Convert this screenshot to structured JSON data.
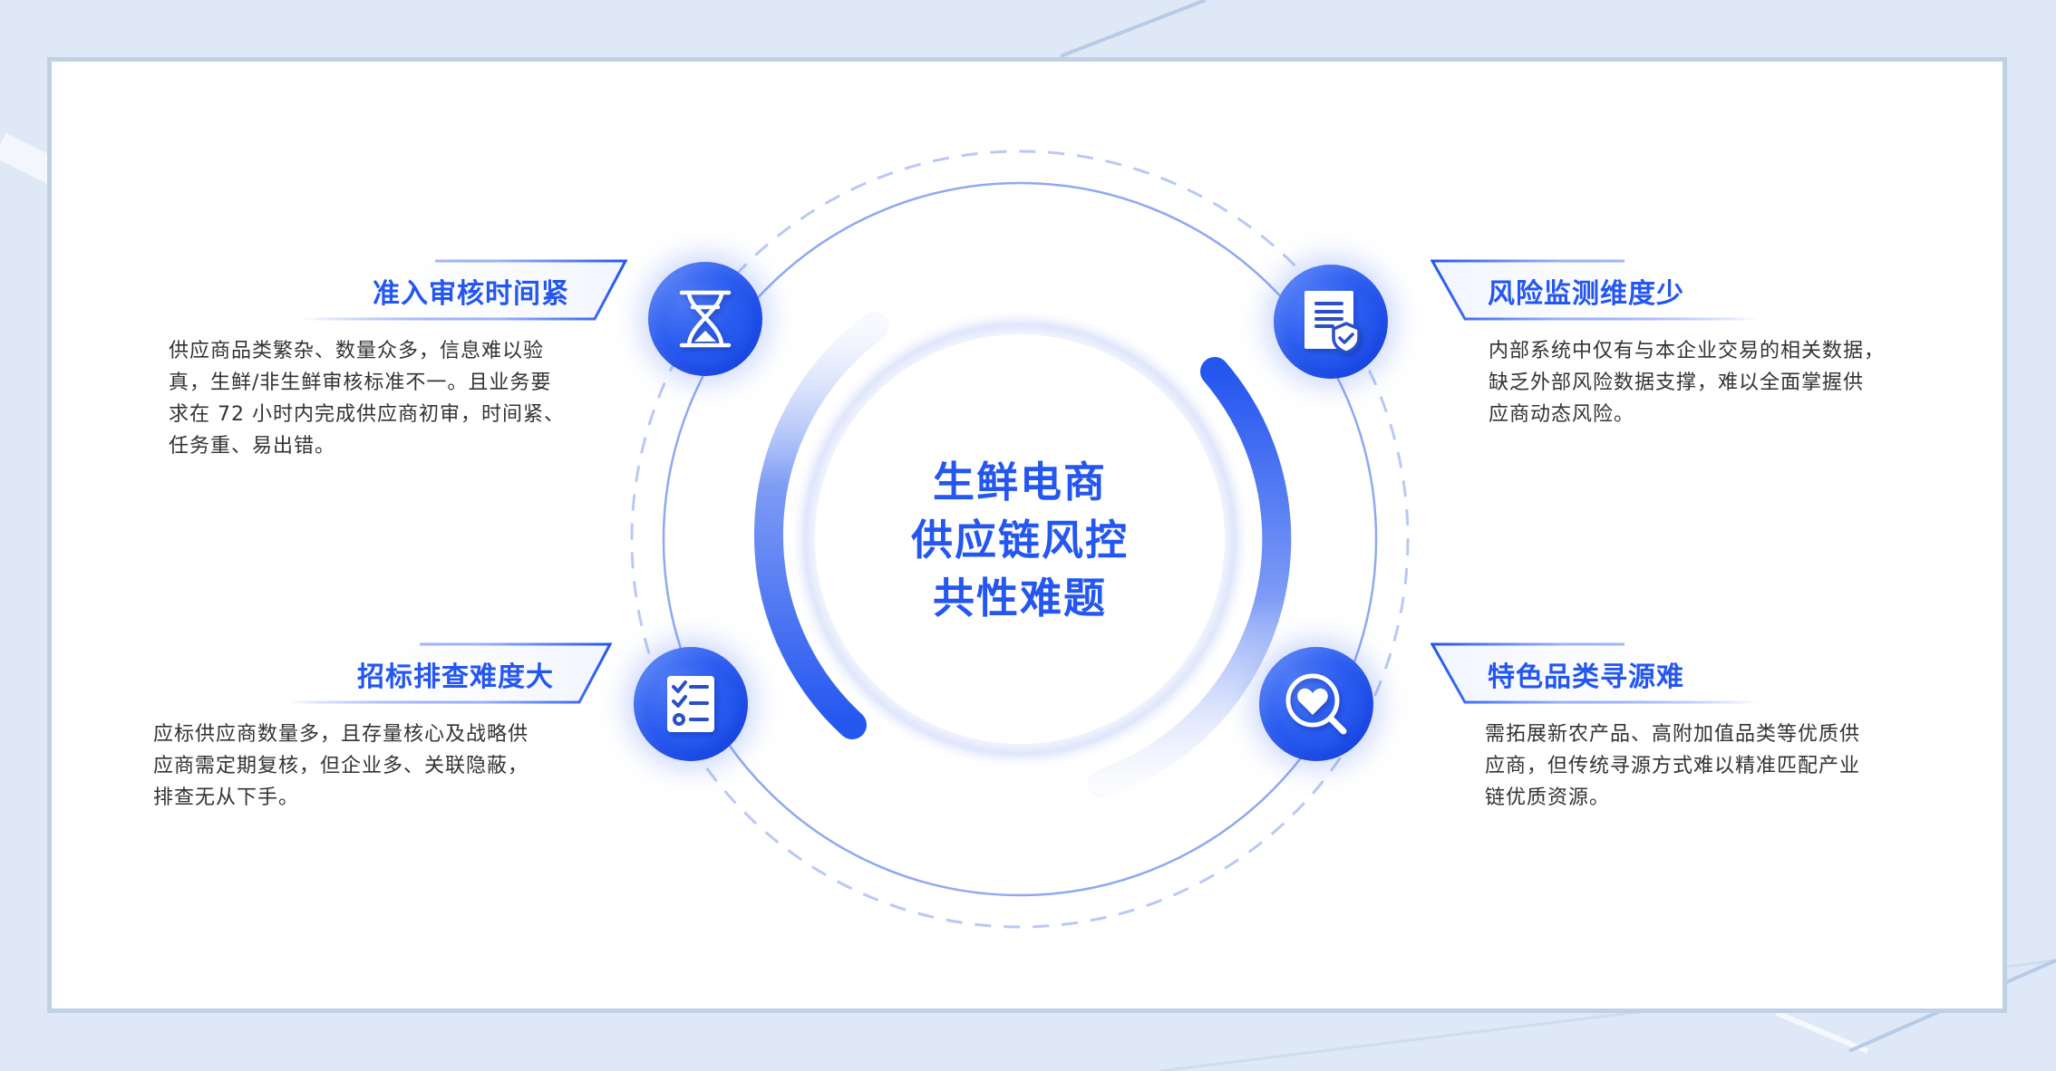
{
  "diagram": {
    "center_title": [
      "生鲜电商",
      "供应链风控",
      "共性难题"
    ],
    "colors": {
      "accent": "#2456f0",
      "background": "#dfe8f6",
      "frame_border": "#c0d1e6",
      "body_text": "#333333"
    },
    "items": [
      {
        "position": "top-left",
        "icon": "hourglass-icon",
        "title": "准入审核时间紧",
        "lines": [
          "供应商品类繁杂、数量众多，信息难以验",
          "真，生鲜/非生鲜审核标准不一。且业务要",
          "求在 72 小时内完成供应商初审，时间紧、",
          "任务重、易出错。"
        ]
      },
      {
        "position": "top-right",
        "icon": "document-shield-icon",
        "title": "风险监测维度少",
        "lines": [
          "内部系统中仅有与本企业交易的相关数据，",
          "缺乏外部风险数据支撑，难以全面掌握供",
          "应商动态风险。"
        ]
      },
      {
        "position": "bottom-left",
        "icon": "checklist-icon",
        "title": "招标排查难度大",
        "lines": [
          "应标供应商数量多，且存量核心及战略供",
          "应商需定期复核，但企业多、关联隐蔽，",
          "排查无从下手。"
        ]
      },
      {
        "position": "bottom-right",
        "icon": "heart-search-icon",
        "title": "特色品类寻源难",
        "lines": [
          "需拓展新农产品、高附加值品类等优质供",
          "应商，但传统寻源方式难以精准匹配产业",
          "链优质资源。"
        ]
      }
    ]
  }
}
